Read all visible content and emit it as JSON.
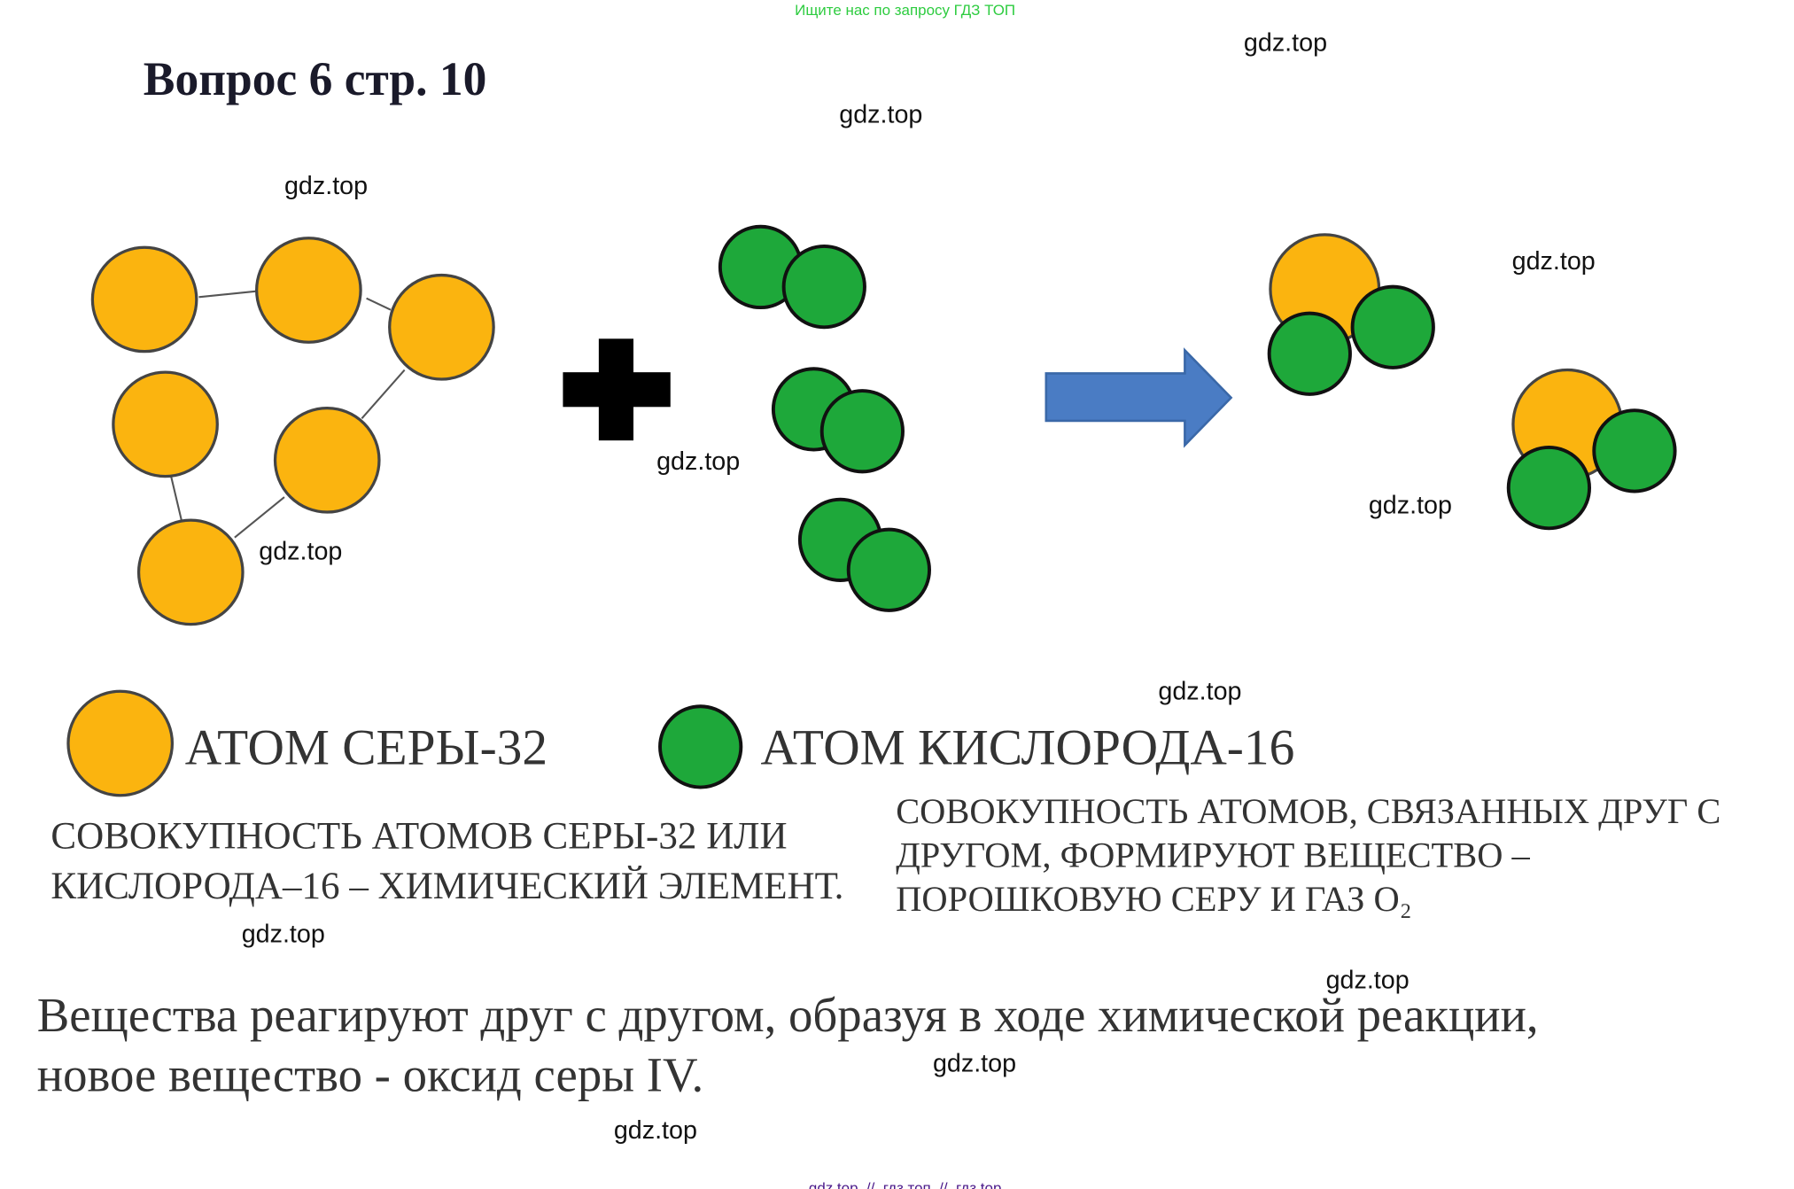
{
  "banner_top": "Ищите нас по запросу ГДЗ ТОП",
  "title": "Вопрос 6 стр. 10",
  "watermark": "gdz.top",
  "legend": {
    "sulfur_label": "АТОМ СЕРЫ-32",
    "oxygen_label": "АТОМ КИСЛОРОДА-16"
  },
  "left_caption": [
    "СОВОКУПНОСТЬ АТОМОВ СЕРЫ-32 ИЛИ",
    "КИСЛОРОДА–16 – ХИМИЧЕСКИЙ ЭЛЕМЕНТ."
  ],
  "right_caption": [
    "СОВОКУПНОСТЬ АТОМОВ, СВЯЗАННЫХ ДРУГ С",
    "ДРУГОМ, ФОРМИРУЮТ ВЕЩЕСТВО –",
    "ПОРОШКОВУЮ СЕРУ И ГАЗ O₂"
  ],
  "conclusion": [
    "Вещества реагируют друг с другом, образуя в ходе химической реакции,",
    "новое вещество - оксид серы IV."
  ],
  "footer_links": "gdz top  //  гдз топ  //  гдз top",
  "colors": {
    "sulfur": "#fbb40f",
    "oxygen": "#1ea83a",
    "arrow": "#4a7cc4",
    "banner": "#2ecc40",
    "footer": "#4b1a8a"
  }
}
